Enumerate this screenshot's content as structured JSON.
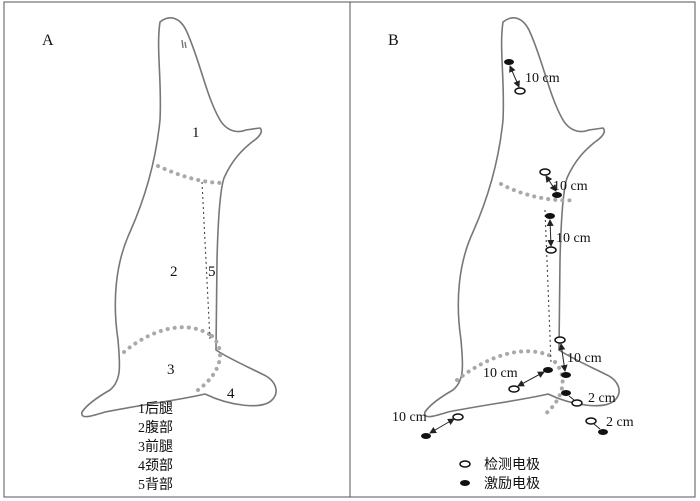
{
  "panels": {
    "a": {
      "label": "A"
    },
    "b": {
      "label": "B"
    }
  },
  "regions": {
    "r1": "1",
    "r2": "2",
    "r3": "3",
    "r4": "4",
    "r5": "5"
  },
  "legend_a": [
    "1后腿",
    "2腹部",
    "3前腿",
    "4颈部",
    "5背部"
  ],
  "distances": {
    "d1": "10 cm",
    "d2": "10 cm",
    "d3": "10 cm",
    "d4": "10 cm",
    "d5": "10 cm",
    "d6": "10 cm",
    "d7": "2 cm",
    "d8": "2 cm"
  },
  "legend_b": {
    "detect": "检测电极",
    "excite": "激励电极"
  }
}
